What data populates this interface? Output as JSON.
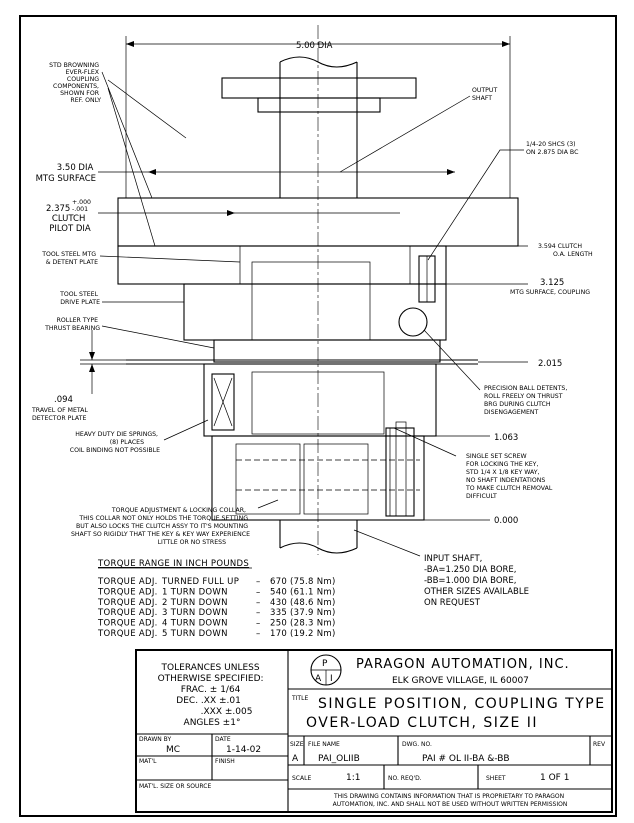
{
  "labels": {
    "dia_500": "5.00 DIA",
    "browning": [
      "STD BROWNING",
      "EVER-FLEX",
      "COUPLING",
      "COMPONENTS,",
      "SHOWN FOR",
      "REF. ONLY"
    ],
    "output_shaft": [
      "OUTPUT",
      "SHAFT"
    ],
    "shcs": [
      "1/4-20 SHCS (3)",
      "ON 2.875 DIA BC"
    ],
    "mtg_surface": [
      "3.50 DIA",
      "MTG SURFACE"
    ],
    "pilot": {
      "main": "2.375",
      "tol_plus": "+.000",
      "tol_minus": "-.001",
      "lines": [
        "CLUTCH",
        "PILOT DIA"
      ]
    },
    "clutch_len": [
      "3.594 CLUTCH",
      "O.A. LENGTH"
    ],
    "tool_steel_mtg": [
      "TOOL STEEL MTG",
      "& DETENT PLATE"
    ],
    "dim_3125": "3.125",
    "mtg_coupling": "MTG SURFACE, COUPLING",
    "drive_plate": [
      "TOOL STEEL",
      "DRIVE PLATE"
    ],
    "roller": [
      "ROLLER TYPE",
      "THRUST BEARING"
    ],
    "dim_2015": "2.015",
    "travel": [
      ".094",
      "TRAVEL OF METAL",
      "DETECTOR PLATE"
    ],
    "ball_detents": [
      "PRECISION BALL DETENTS,",
      "ROLL FREELY ON THRUST",
      "BRG DURING CLUTCH",
      "DISENGAGEMENT"
    ],
    "springs": [
      "HEAVY DUTY DIE SPRINGS,",
      "(8) PLACES",
      "COIL BINDING NOT POSSIBLE"
    ],
    "dim_1063": "1.063",
    "set_screw": [
      "SINGLE SET SCREW",
      "FOR LOCKING THE KEY,",
      "STD 1/4 X 1/8 KEY WAY,",
      "NO SHAFT INDENTATIONS",
      "TO MAKE CLUTCH REMOVAL",
      "DIFFICULT"
    ],
    "torque_collar": [
      "TORQUE ADJUSTMENT & LOCKING COLLAR,",
      "THIS COLLAR NOT ONLY HOLDS THE TORQUE SETTING",
      "BUT ALSO LOCKS THE CLUTCH ASSY TO IT'S MOUNTING",
      "SHAFT SO RIGIDLY THAT THE KEY & KEY WAY EXPERIENCE",
      "LITTLE OR NO STRESS"
    ],
    "dim_0000": "0.000",
    "input_shaft": [
      "INPUT SHAFT,",
      "-BA=1.250 DIA BORE,",
      "-BB=1.000 DIA BORE,",
      "OTHER SIZES AVAILABLE",
      "ON REQUEST"
    ]
  },
  "torque": {
    "heading": "TORQUE RANGE IN INCH POUNDS",
    "rows": [
      {
        "label": "TORQUE ADJ.",
        "setting": "TURNED FULL UP",
        "value": "670",
        "nm": "(75.8 Nm)"
      },
      {
        "label": "TORQUE ADJ.",
        "setting": "1 TURN DOWN",
        "value": "540",
        "nm": "(61.1 Nm)"
      },
      {
        "label": "TORQUE ADJ.",
        "setting": "2 TURN DOWN",
        "value": "430",
        "nm": "(48.6 Nm)"
      },
      {
        "label": "TORQUE ADJ.",
        "setting": "3 TURN DOWN",
        "value": "335",
        "nm": "(37.9 Nm)"
      },
      {
        "label": "TORQUE ADJ.",
        "setting": "4 TURN DOWN",
        "value": "250",
        "nm": "(28.3 Nm)"
      },
      {
        "label": "TORQUE ADJ.",
        "setting": "5 TURN DOWN",
        "value": "170",
        "nm": "(19.2 Nm)"
      }
    ]
  },
  "titleblock": {
    "tolerances": [
      "TOLERANCES UNLESS",
      "OTHERWISE SPECIFIED:",
      "FRAC. ± 1/64",
      "DEC. .XX ±.01",
      ".XXX ±.005",
      "ANGLES ±1°"
    ],
    "logo_letters": [
      "P",
      "A",
      "I"
    ],
    "company": "PARAGON AUTOMATION, INC.",
    "address": "ELK GROVE VILLAGE, IL 60007",
    "title_label": "TITLE",
    "title_lines": [
      "SINGLE POSITION, COUPLING TYPE",
      "OVER-LOAD CLUTCH, SIZE II"
    ],
    "drawn_by_label": "DRAWN BY",
    "drawn_by": "MC",
    "date_label": "DATE",
    "date": "1-14-02",
    "matl_label": "MAT'L",
    "finish_label": "FINISH",
    "matl_source_label": "MAT'L. SIZE OR SOURCE",
    "size_label": "SIZE",
    "size": "A",
    "file_label": "FILE NAME",
    "file": "PAI_OLIIB",
    "dwg_label": "DWG. NO.",
    "dwg": "PAI # OL II-BA &-BB",
    "rev_label": "REV",
    "scale_label": "SCALE",
    "scale": "1:1",
    "req_label": "NO. REQ'D.",
    "sheet_label": "SHEET",
    "sheet": "1 OF 1",
    "notice": [
      "THIS DRAWING CONTAINS INFORMATION THAT IS PROPRIETARY TO PARAGON",
      "AUTOMATION, INC. AND SHALL NOT BE USED WITHOUT WRITTEN PERMISSION"
    ]
  }
}
